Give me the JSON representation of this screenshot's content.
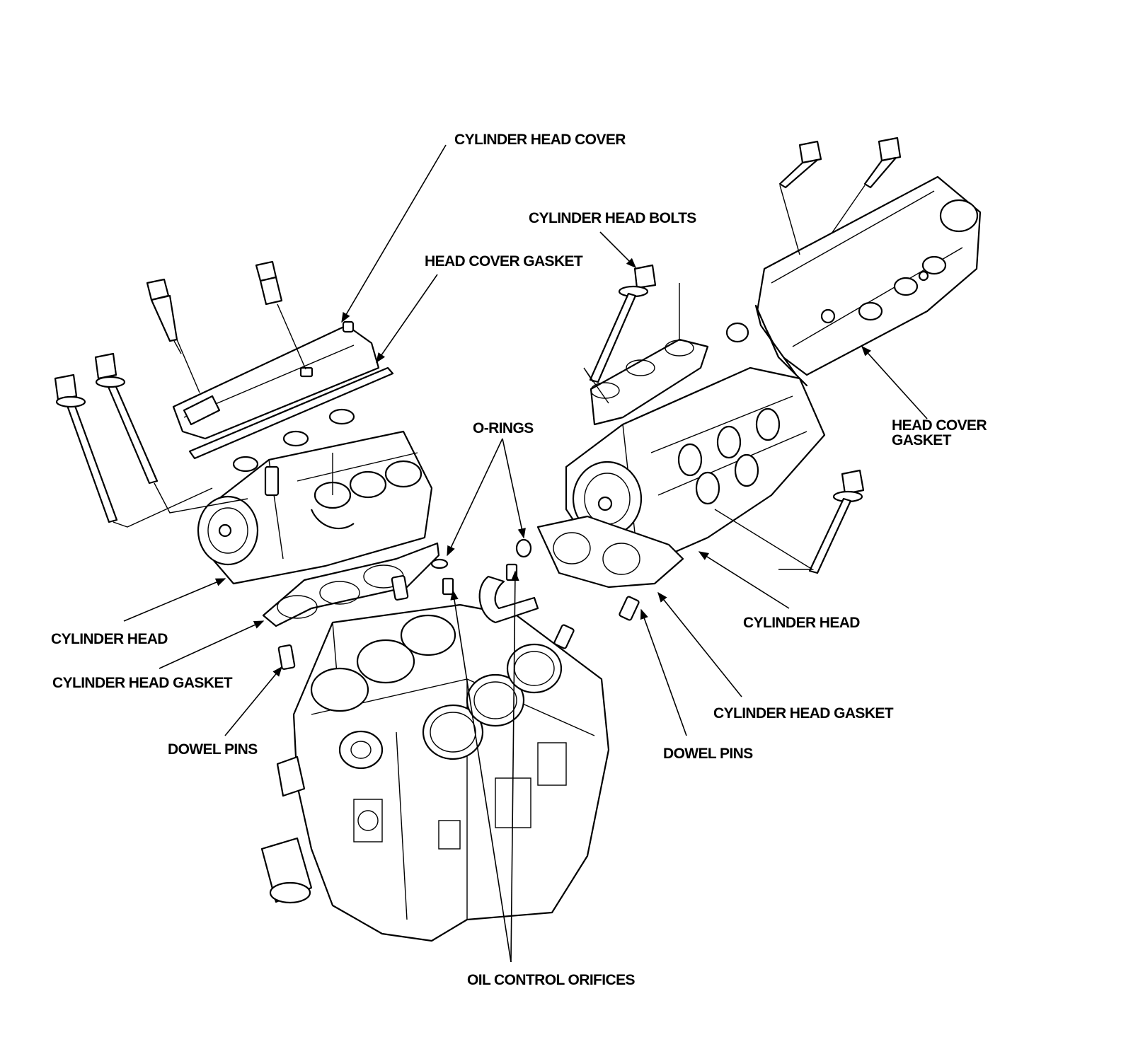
{
  "colors": {
    "ink": "#000000",
    "paper": "#ffffff"
  },
  "labels": {
    "cylinder_head_cover": "CYLINDER HEAD COVER",
    "cylinder_head_bolts": "CYLINDER HEAD BOLTS",
    "head_cover_gasket_left": "HEAD COVER GASKET",
    "head_cover_gasket_right_line1": "HEAD COVER",
    "head_cover_gasket_right_line2": "GASKET",
    "o_rings": "O-RINGS",
    "cylinder_head_left": "CYLINDER HEAD",
    "cylinder_head_gasket_left": "CYLINDER HEAD GASKET",
    "dowel_pins_left": "DOWEL PINS",
    "cylinder_head_right": "CYLINDER HEAD",
    "cylinder_head_gasket_right": "CYLINDER HEAD GASKET",
    "dowel_pins_right": "DOWEL PINS",
    "oil_control_orifices": "OIL CONTROL ORIFICES"
  }
}
